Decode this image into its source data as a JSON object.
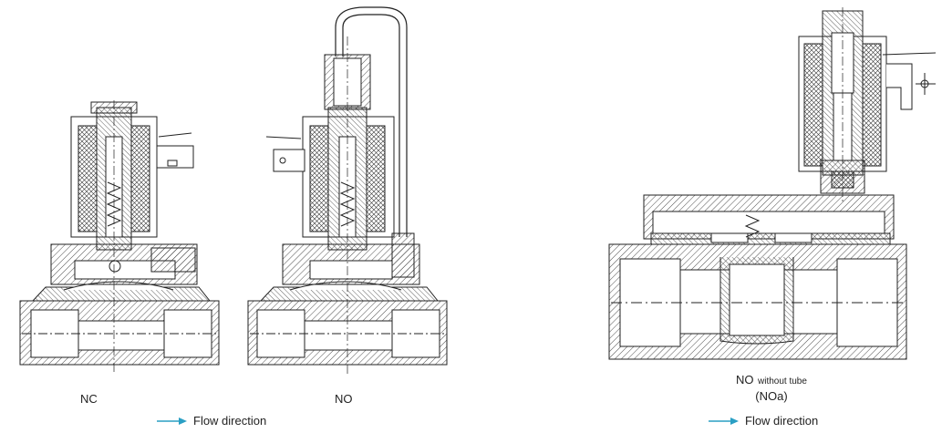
{
  "labels": {
    "nc": "NC",
    "no": "NO",
    "noa_main": "NO",
    "noa_small": "without tube",
    "noa_paren": "(NOa)"
  },
  "flow": {
    "left": "Flow direction",
    "right": "Flow direction",
    "arrow_color": "#2a9fc4"
  },
  "icons": {
    "flow_arrow": "arrow-right-icon"
  }
}
